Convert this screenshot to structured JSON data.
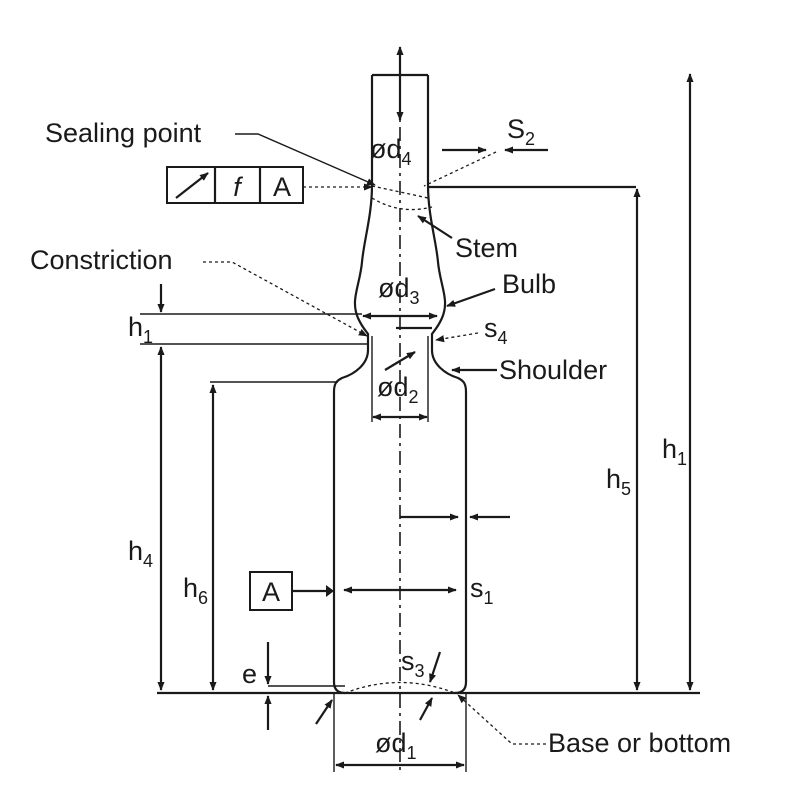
{
  "labels": {
    "sealing_point": "Sealing point",
    "constriction": "Constriction",
    "stem": "Stem",
    "bulb": "Bulb",
    "shoulder": "Shoulder",
    "base": "Base or bottom"
  },
  "tolerance_frame": {
    "symbol": "↗",
    "modifier": "f",
    "datum": "A"
  },
  "datum_box": "A",
  "dimensions": {
    "d4": {
      "prefix": "ød",
      "sub": "4"
    },
    "d3": {
      "prefix": "ød",
      "sub": "3"
    },
    "d2": {
      "prefix": "ød",
      "sub": "2"
    },
    "d1": {
      "prefix": "ød",
      "sub": "1"
    },
    "s2": {
      "prefix": "S",
      "sub": "2"
    },
    "s4": {
      "prefix": "s",
      "sub": "4"
    },
    "s1": {
      "prefix": "s",
      "sub": "1"
    },
    "s3": {
      "prefix": "s",
      "sub": "3"
    },
    "h1_left": {
      "prefix": "h",
      "sub": "1"
    },
    "h1_right": {
      "prefix": "h",
      "sub": "1"
    },
    "h4": {
      "prefix": "h",
      "sub": "4"
    },
    "h5": {
      "prefix": "h",
      "sub": "5"
    },
    "h6": {
      "prefix": "h",
      "sub": "6"
    },
    "e": {
      "prefix": "e",
      "sub": ""
    }
  }
}
